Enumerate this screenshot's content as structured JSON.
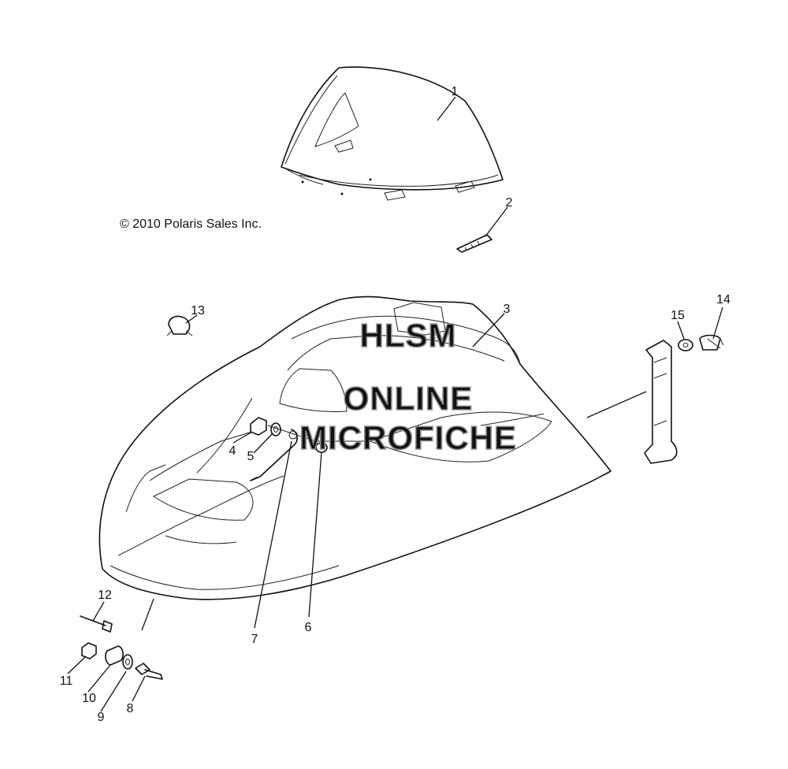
{
  "copyright": "© 2010 Polaris Sales Inc.",
  "watermark": [
    "HLSM",
    "ONLINE",
    "MICROFICHE"
  ],
  "callouts": [
    {
      "id": "1",
      "part": "windshield"
    },
    {
      "id": "2",
      "part": "pin"
    },
    {
      "id": "3",
      "part": "hood"
    },
    {
      "id": "4",
      "part": "nut"
    },
    {
      "id": "5",
      "part": "washer"
    },
    {
      "id": "6",
      "part": "grommet"
    },
    {
      "id": "7",
      "part": "cable"
    },
    {
      "id": "8",
      "part": "bolt"
    },
    {
      "id": "9",
      "part": "washer"
    },
    {
      "id": "10",
      "part": "bushing"
    },
    {
      "id": "11",
      "part": "nut"
    },
    {
      "id": "12",
      "part": "screw"
    },
    {
      "id": "13",
      "part": "clip"
    },
    {
      "id": "14",
      "part": "fastener"
    },
    {
      "id": "15",
      "part": "washer"
    }
  ],
  "colors": {
    "line": "#111111",
    "watermark": "#8a8a8a",
    "background": "#ffffff"
  }
}
